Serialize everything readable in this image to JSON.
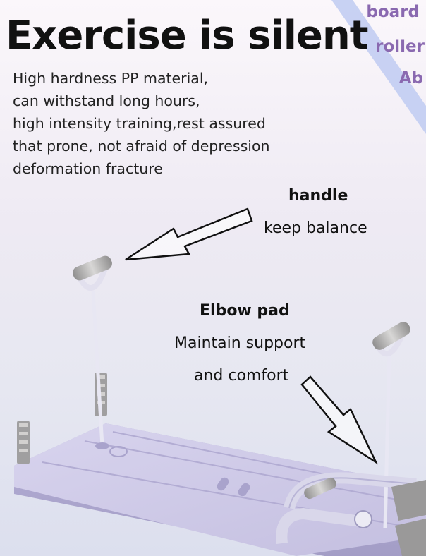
{
  "headline": "Exercise is silent",
  "corner_tags": [
    "board",
    "roller",
    "Ab"
  ],
  "description_lines": [
    "High hardness PP material,",
    "can withstand long hours,",
    "high intensity training,rest assured",
    "that prone, not afraid of depression",
    "deformation fracture"
  ],
  "callouts": {
    "handle": {
      "title": "handle",
      "text": "keep balance"
    },
    "elbow_pad": {
      "title": "Elbow pad",
      "line1": "Maintain support",
      "line2": "and comfort"
    }
  },
  "colors": {
    "accent_purple": "#8a69b0",
    "board": "#c9c4e4",
    "stripe": "#bccaf0"
  }
}
